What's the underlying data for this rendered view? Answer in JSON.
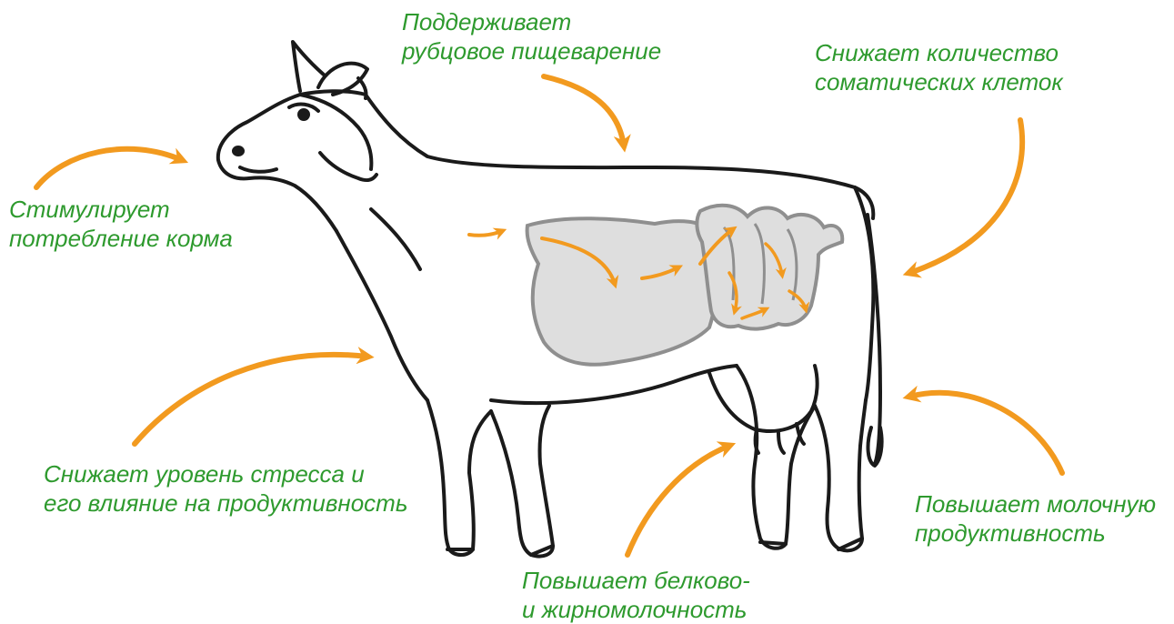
{
  "colors": {
    "label_text": "#2e9a2e",
    "arrow": "#f29a1f",
    "outline": "#1a1a1a",
    "organ_fill": "#dedede",
    "organ_stroke": "#8f8f8f"
  },
  "figure": "cow-digestive-system-illustration",
  "labels": [
    {
      "id": "intake",
      "lines": [
        "Стимулирует",
        "потребление корма"
      ]
    },
    {
      "id": "rumen",
      "lines": [
        "Поддерживает",
        "рубцовое пищеварение"
      ]
    },
    {
      "id": "somatic",
      "lines": [
        "Снижает количество",
        "соматических клеток"
      ]
    },
    {
      "id": "stress",
      "lines": [
        "Снижает уровень стресса и",
        "его влияние на продуктивность"
      ]
    },
    {
      "id": "milk",
      "lines": [
        "Повышает молочную",
        "продуктивность"
      ]
    },
    {
      "id": "protein",
      "lines": [
        "Повышает белково-",
        "и жирномолочность"
      ]
    }
  ]
}
